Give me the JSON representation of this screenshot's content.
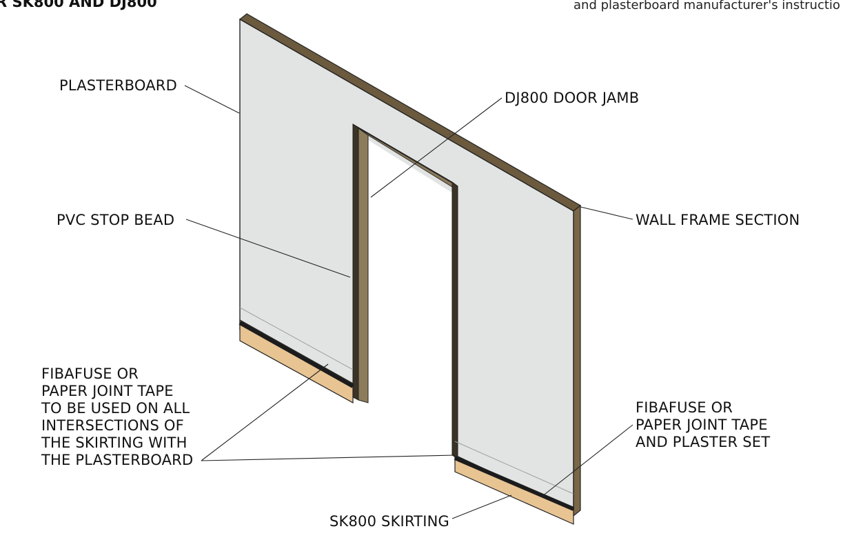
{
  "header": {
    "title_partial": "R SK800 AND DJ800",
    "note_partial": "and plasterboard manufacturer's instructio"
  },
  "labels": {
    "plasterboard": "PLASTERBOARD",
    "door_jamb": "DJ800 DOOR JAMB",
    "stop_bead": "PVC STOP BEAD",
    "wall_frame": "WALL FRAME SECTION",
    "joint_tape_left": [
      "FIBAFUSE OR",
      "PAPER JOINT TAPE",
      "TO BE USED ON ALL",
      "INTERSECTIONS OF",
      "THE SKIRTING WITH",
      "THE PLASTERBOARD"
    ],
    "joint_tape_right": [
      "FIBAFUSE OR",
      "PAPER JOINT TAPE",
      "AND PLASTER SET"
    ],
    "skirting": "SK800 SKIRTING"
  },
  "colors": {
    "plasterboard": "#e2e4e3",
    "frame": "#6b5a3e",
    "skirting": "#e8c493",
    "jamb": "#3a3326",
    "outline": "#222222"
  }
}
